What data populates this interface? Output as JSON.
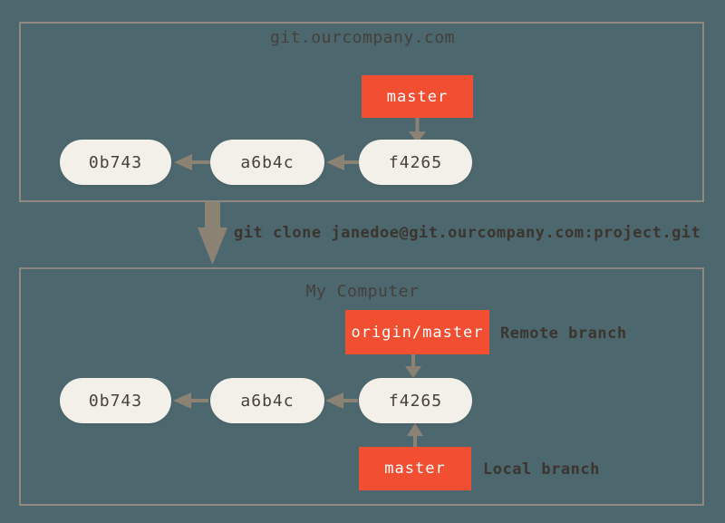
{
  "colors": {
    "background": "#4d676e",
    "box_border": "#8f8780",
    "arrow": "#8b8274",
    "node_fill": "#f2f0e8",
    "node_text": "#46413b",
    "branch_fill": "#f14e32",
    "branch_text": "#ffffff",
    "title_text": "#45403a",
    "label_text": "#3b352e"
  },
  "remote_repo": {
    "title": "git.ourcompany.com",
    "branch": {
      "label": "master"
    },
    "commits": [
      "0b743",
      "a6b4c",
      "f4265"
    ]
  },
  "clone": {
    "command": "git clone janedoe@git.ourcompany.com:project.git"
  },
  "local_repo": {
    "title": "My Computer",
    "remote_branch": {
      "label": "origin/master",
      "annotation": "Remote branch"
    },
    "local_branch": {
      "label": "master",
      "annotation": "Local branch"
    },
    "commits": [
      "0b743",
      "a6b4c",
      "f4265"
    ]
  }
}
